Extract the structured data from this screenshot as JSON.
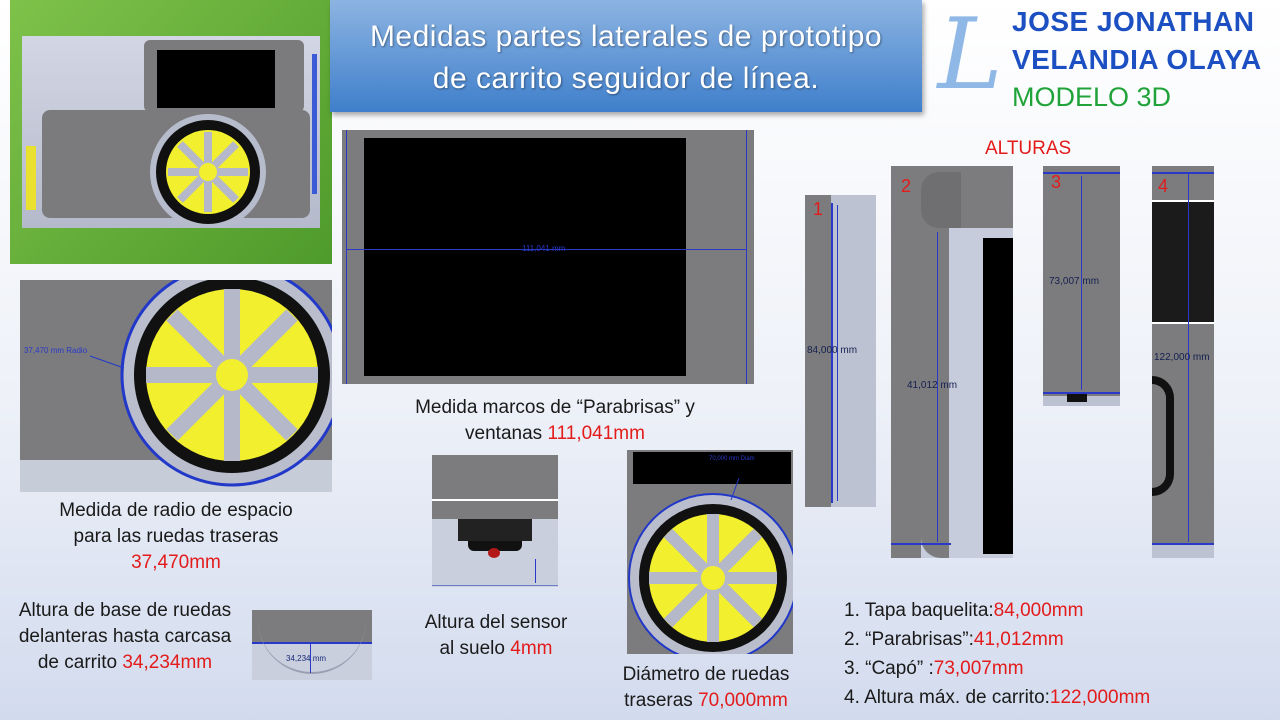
{
  "title": {
    "line1": "Medidas partes laterales de prototipo",
    "line2": "de carrito seguidor de línea."
  },
  "author": {
    "name1": "JOSE JONATHAN",
    "name2": "VELANDIA OLAYA",
    "model": "MODELO 3D",
    "logo_letter": "L"
  },
  "windshield": {
    "caption": "Medida marcos de “Parabrisas” y",
    "caption2": "ventanas",
    "value": "111,041mm",
    "dim_label": "111,041 mm"
  },
  "wheel_radius": {
    "dim_label": "37,470 mm Radio",
    "caption1": "Medida de radio de espacio",
    "caption2": "para las ruedas traseras",
    "value": "37,470mm"
  },
  "front_base": {
    "caption1": "Altura de base de ruedas",
    "caption2": "delanteras hasta carcasa",
    "caption3": "de carrito",
    "value": "34,234mm",
    "dim_label": "34,234 mm"
  },
  "sensor": {
    "caption1": "Altura del sensor",
    "caption2": "al suelo",
    "value": "4mm"
  },
  "rear_diameter": {
    "caption1": "Diámetro de ruedas",
    "caption2": "traseras",
    "value": "70,000mm",
    "dim_label": "70,000 mm Diám"
  },
  "heights": {
    "title": "ALTURAS",
    "panels": [
      {
        "num": "1",
        "dim": "84,000 mm"
      },
      {
        "num": "2",
        "dim": "41,012 mm"
      },
      {
        "num": "3",
        "dim": "73,007 mm"
      },
      {
        "num": "4",
        "dim": "122,000 mm"
      }
    ],
    "list": [
      {
        "label": "1. Tapa baquelita:",
        "value": "84,000mm"
      },
      {
        "label": "2. “Parabrisas”:",
        "value": "41,012mm"
      },
      {
        "label": "3. “Capó” :",
        "value": "73,007mm"
      },
      {
        "label": "4. Altura máx. de carrito:",
        "value": "122,000mm"
      }
    ]
  },
  "colors": {
    "accent_red": "#e31b1b",
    "title_blue": "#1b4fc2",
    "model_green": "#21a33a",
    "dim_blue": "#2a39c8",
    "wheel_yellow": "#f2ef2e"
  }
}
